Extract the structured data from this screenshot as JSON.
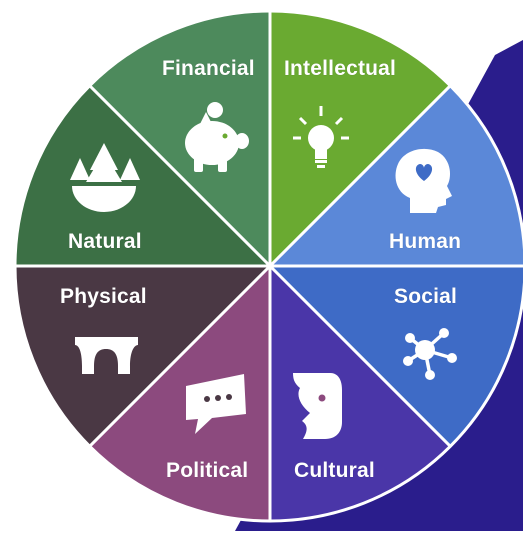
{
  "segments": [
    {
      "id": "financial",
      "label": "Financial",
      "color": "#6aaa31",
      "icon": "piggy-bank-icon"
    },
    {
      "id": "intellectual",
      "label": "Intellectual",
      "color": "#5b88d8",
      "icon": "lightbulb-icon"
    },
    {
      "id": "human",
      "label": "Human",
      "color": "#3e6bc6",
      "icon": "head-heart-icon"
    },
    {
      "id": "social",
      "label": "Social",
      "color": "#4a36a8",
      "icon": "network-icon"
    },
    {
      "id": "cultural",
      "label": "Cultural",
      "color": "#8c4a7e",
      "icon": "mask-face-icon"
    },
    {
      "id": "political",
      "label": "Political",
      "color": "#4a3844",
      "icon": "speech-bubble-icon"
    },
    {
      "id": "physical",
      "label": "Physical",
      "color": "#3c7045",
      "icon": "bridge-icon"
    },
    {
      "id": "natural",
      "label": "Natural",
      "color": "#4d8a5c",
      "icon": "trees-icon"
    }
  ],
  "colors": {
    "backdrop": "#2a1d8c",
    "divider": "#ffffff"
  }
}
